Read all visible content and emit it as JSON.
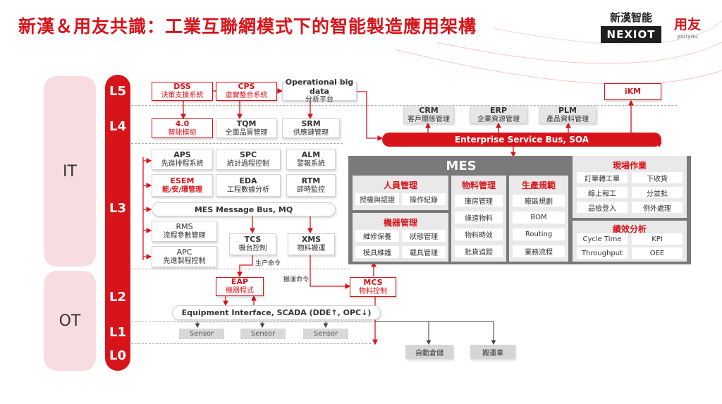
{
  "title": "新漢＆用友共識：工業互聯網模式下的智能製造應用架構",
  "logos": {
    "nexiot_top": "新漢智能",
    "nexiot_box": "NEXIOT",
    "yonyou_cn": "用友",
    "yonyou_en": "yonyou"
  },
  "bands": {
    "it": "IT",
    "ot": "OT"
  },
  "levels": [
    "L5",
    "L4",
    "L3",
    "L2",
    "L1",
    "L0"
  ],
  "boxes": {
    "dss": {
      "t1": "DSS",
      "t2": "決策支援系統"
    },
    "cps": {
      "t1": "CPS",
      "t2": "虛實整合系統"
    },
    "obd": {
      "t1": "Operational big data",
      "t2": "分析平台"
    },
    "ikm": {
      "t1": "iKM"
    },
    "crm": {
      "t1": "CRM",
      "t2": "客戶關係管理"
    },
    "erp": {
      "t1": "ERP",
      "t2": "企業資源管理"
    },
    "plm": {
      "t1": "PLM",
      "t2": "產品資料管理"
    },
    "ai40": {
      "t1": "4.0",
      "t2": "智能模組"
    },
    "tqm": {
      "t1": "TQM",
      "t2": "全面品質管理"
    },
    "srm": {
      "t1": "SRM",
      "t2": "供應鏈管理"
    },
    "aps": {
      "t1": "APS",
      "t2": "先進排程系統"
    },
    "spc": {
      "t1": "SPC",
      "t2": "統計過程控制"
    },
    "alm": {
      "t1": "ALM",
      "t2": "警報系統"
    },
    "esem": {
      "t1": "ESEM",
      "t2": "能/安/環管理"
    },
    "eda": {
      "t1": "EDA",
      "t2": "工程數據分析"
    },
    "rtm": {
      "t1": "RTM",
      "t2": "即時監控"
    },
    "rms": {
      "t1": "RMS",
      "t2": "流程參數管理"
    },
    "apc": {
      "t1": "APC",
      "t2": "先進製程控制"
    },
    "tcs": {
      "t1": "TCS",
      "t2": "機台控制"
    },
    "xms": {
      "t1": "XMS",
      "t2": "物料搬運"
    },
    "eap": {
      "t1": "EAP",
      "t2": "機器程式"
    },
    "mcs": {
      "t1": "MCS",
      "t2": "物料控制"
    }
  },
  "buses": {
    "esb": "Enterprise Service Bus, SOA",
    "mes_bus": "MES Message Bus, MQ",
    "equip": "Equipment Interface, SCADA (DDE↑, OPC↓)"
  },
  "mes": {
    "title": "MES",
    "personnel": {
      "title": "人員管理",
      "items": [
        "授權與認證",
        "操作紀錄"
      ]
    },
    "machine": {
      "title": "機器管理",
      "items": [
        "維修保養",
        "狀態管理",
        "模具維護",
        "載具管理"
      ]
    },
    "material": {
      "title": "物料管理",
      "items": [
        "庫房管理",
        "綠遠物料",
        "物料時效",
        "批貨追蹤"
      ]
    },
    "production": {
      "title": "生產規範",
      "items": [
        "廠區規劃",
        "BOM",
        "Routing",
        "業務流程"
      ]
    },
    "site": {
      "title": "現場作業",
      "items": [
        "訂單轉工單",
        "下收貨",
        "線上報工",
        "分並批",
        "品檢登入",
        "例外處理"
      ]
    },
    "perf": {
      "title": "績效分析",
      "items": [
        "Cycle Time",
        "KPI",
        "Throughput",
        "OEE"
      ]
    }
  },
  "labels": {
    "prod_cmd": "生产命令",
    "move_cmd": "搬運命令"
  },
  "sensors": [
    "Sensor",
    "Sensor",
    "Sensor"
  ],
  "bottom": {
    "storage": "自動倉儲",
    "vehicle": "搬運車"
  },
  "colors": {
    "brand_red": "#d7141a",
    "mes_gray": "#7a7a7a",
    "band_pink": "#f7dde0"
  }
}
